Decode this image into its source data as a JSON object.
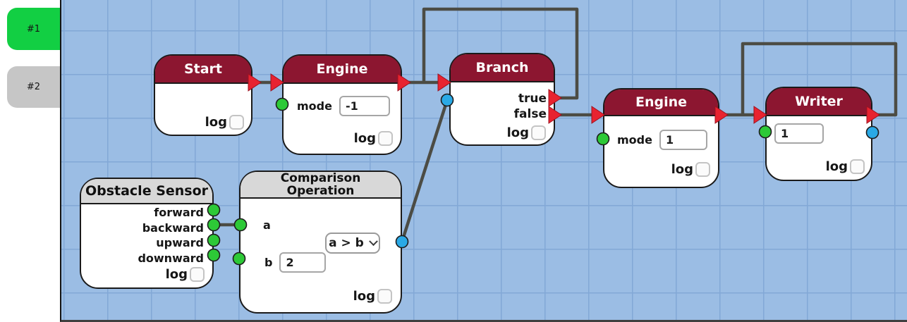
{
  "sidebar": {
    "tabs": [
      {
        "label": "#1"
      },
      {
        "label": "#2"
      }
    ]
  },
  "canvas": {
    "nodes": {
      "start": {
        "title": "Start",
        "log_label": "log"
      },
      "engine1": {
        "title": "Engine",
        "mode_label": "mode",
        "mode_value": "-1",
        "log_label": "log"
      },
      "branch": {
        "title": "Branch",
        "true_label": "true",
        "false_label": "false",
        "log_label": "log"
      },
      "engine2": {
        "title": "Engine",
        "mode_label": "mode",
        "mode_value": "1",
        "log_label": "log"
      },
      "writer": {
        "title": "Writer",
        "value": "1",
        "log_label": "log"
      },
      "obstacle_sensor": {
        "title": "Obstacle Sensor",
        "ports": [
          "forward",
          "backward",
          "upward",
          "downward"
        ],
        "log_label": "log"
      },
      "comparison": {
        "title": "Comparison Operation",
        "a_label": "a",
        "b_label": "b",
        "b_value": "2",
        "operator": "a > b",
        "log_label": "log"
      }
    }
  },
  "colors": {
    "node_header_maroon": "#8c1630",
    "node_header_gray": "#d8d8d8",
    "exec_port_red": "#e82330",
    "data_port_green": "#2dc937",
    "data_port_blue": "#2aa9e6",
    "wire_gray": "#4c4c44",
    "canvas_blue": "#9bbde4",
    "grid_line_blue": "#82a8d6",
    "tab_active_green": "#12cf43",
    "tab_inactive_gray": "#c6c6c6"
  }
}
